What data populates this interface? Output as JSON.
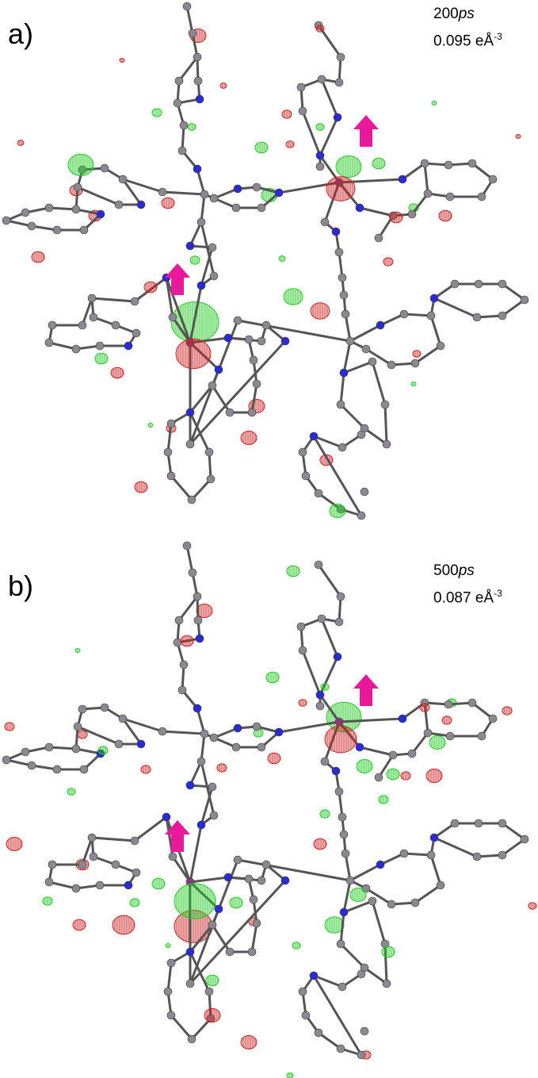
{
  "panels": [
    {
      "letter": "a)",
      "time_value": "200",
      "time_unit": "ps",
      "density_value": "0.095 eÅ",
      "density_exp": "-3"
    },
    {
      "letter": "b)",
      "time_value": "500",
      "time_unit": "ps",
      "density_value": "0.087 eÅ",
      "density_exp": "-3"
    }
  ],
  "colors": {
    "bond": "#555555",
    "carbon_atom": "#8c8791",
    "nitrogen_atom": "#2a2ad6",
    "metal_atom": "#8a3a7a",
    "positive_density": "#22cc22",
    "negative_density": "#cc2222",
    "arrow": "#e8199a"
  },
  "icons": [
    "up-arrow-icon"
  ]
}
